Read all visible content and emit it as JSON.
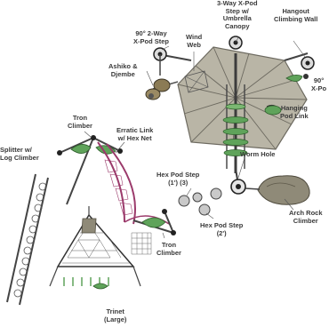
{
  "labels": {
    "three_way_step": "3-Way X-Pod\nStep w/\nUmbrella\nCanopy",
    "hangout_wall": "Hangout\nClimbing Wall",
    "two_way_step": "90° 2-Way\nX-Pod Step",
    "wind_web": "Wind\nWeb",
    "ashiko": "Ashiko &\nDjembe",
    "ninety_right": "90°\nX-Po",
    "hanging_pod": "Hanging\nPod Link",
    "tron_climber_top": "Tron\nClimber",
    "erratic_link": "Erratic Link\nw/ Hex Net",
    "splitter": "Splitter w/\nLog Climber",
    "worm_hole": "Worm Hole",
    "hex_pod_step_1": "Hex Pod Step\n(1') (3)",
    "hex_pod_step_2": "Hex Pod Step\n(2')",
    "arch_rock": "Arch Rock\nClimber",
    "tron_climber_bottom": "Tron\nClimber",
    "trinet": "Trinet\n(Large)"
  },
  "colors": {
    "canopy": "#b9b5a6",
    "canopy_lines": "#6d6a60",
    "pole": "#3c3c3c",
    "green_pod": "#5fa35a",
    "magenta_link": "#9b3a6b",
    "rock": "#8f8a78",
    "net": "#5b5b5b",
    "label": "#3a3a3a"
  }
}
